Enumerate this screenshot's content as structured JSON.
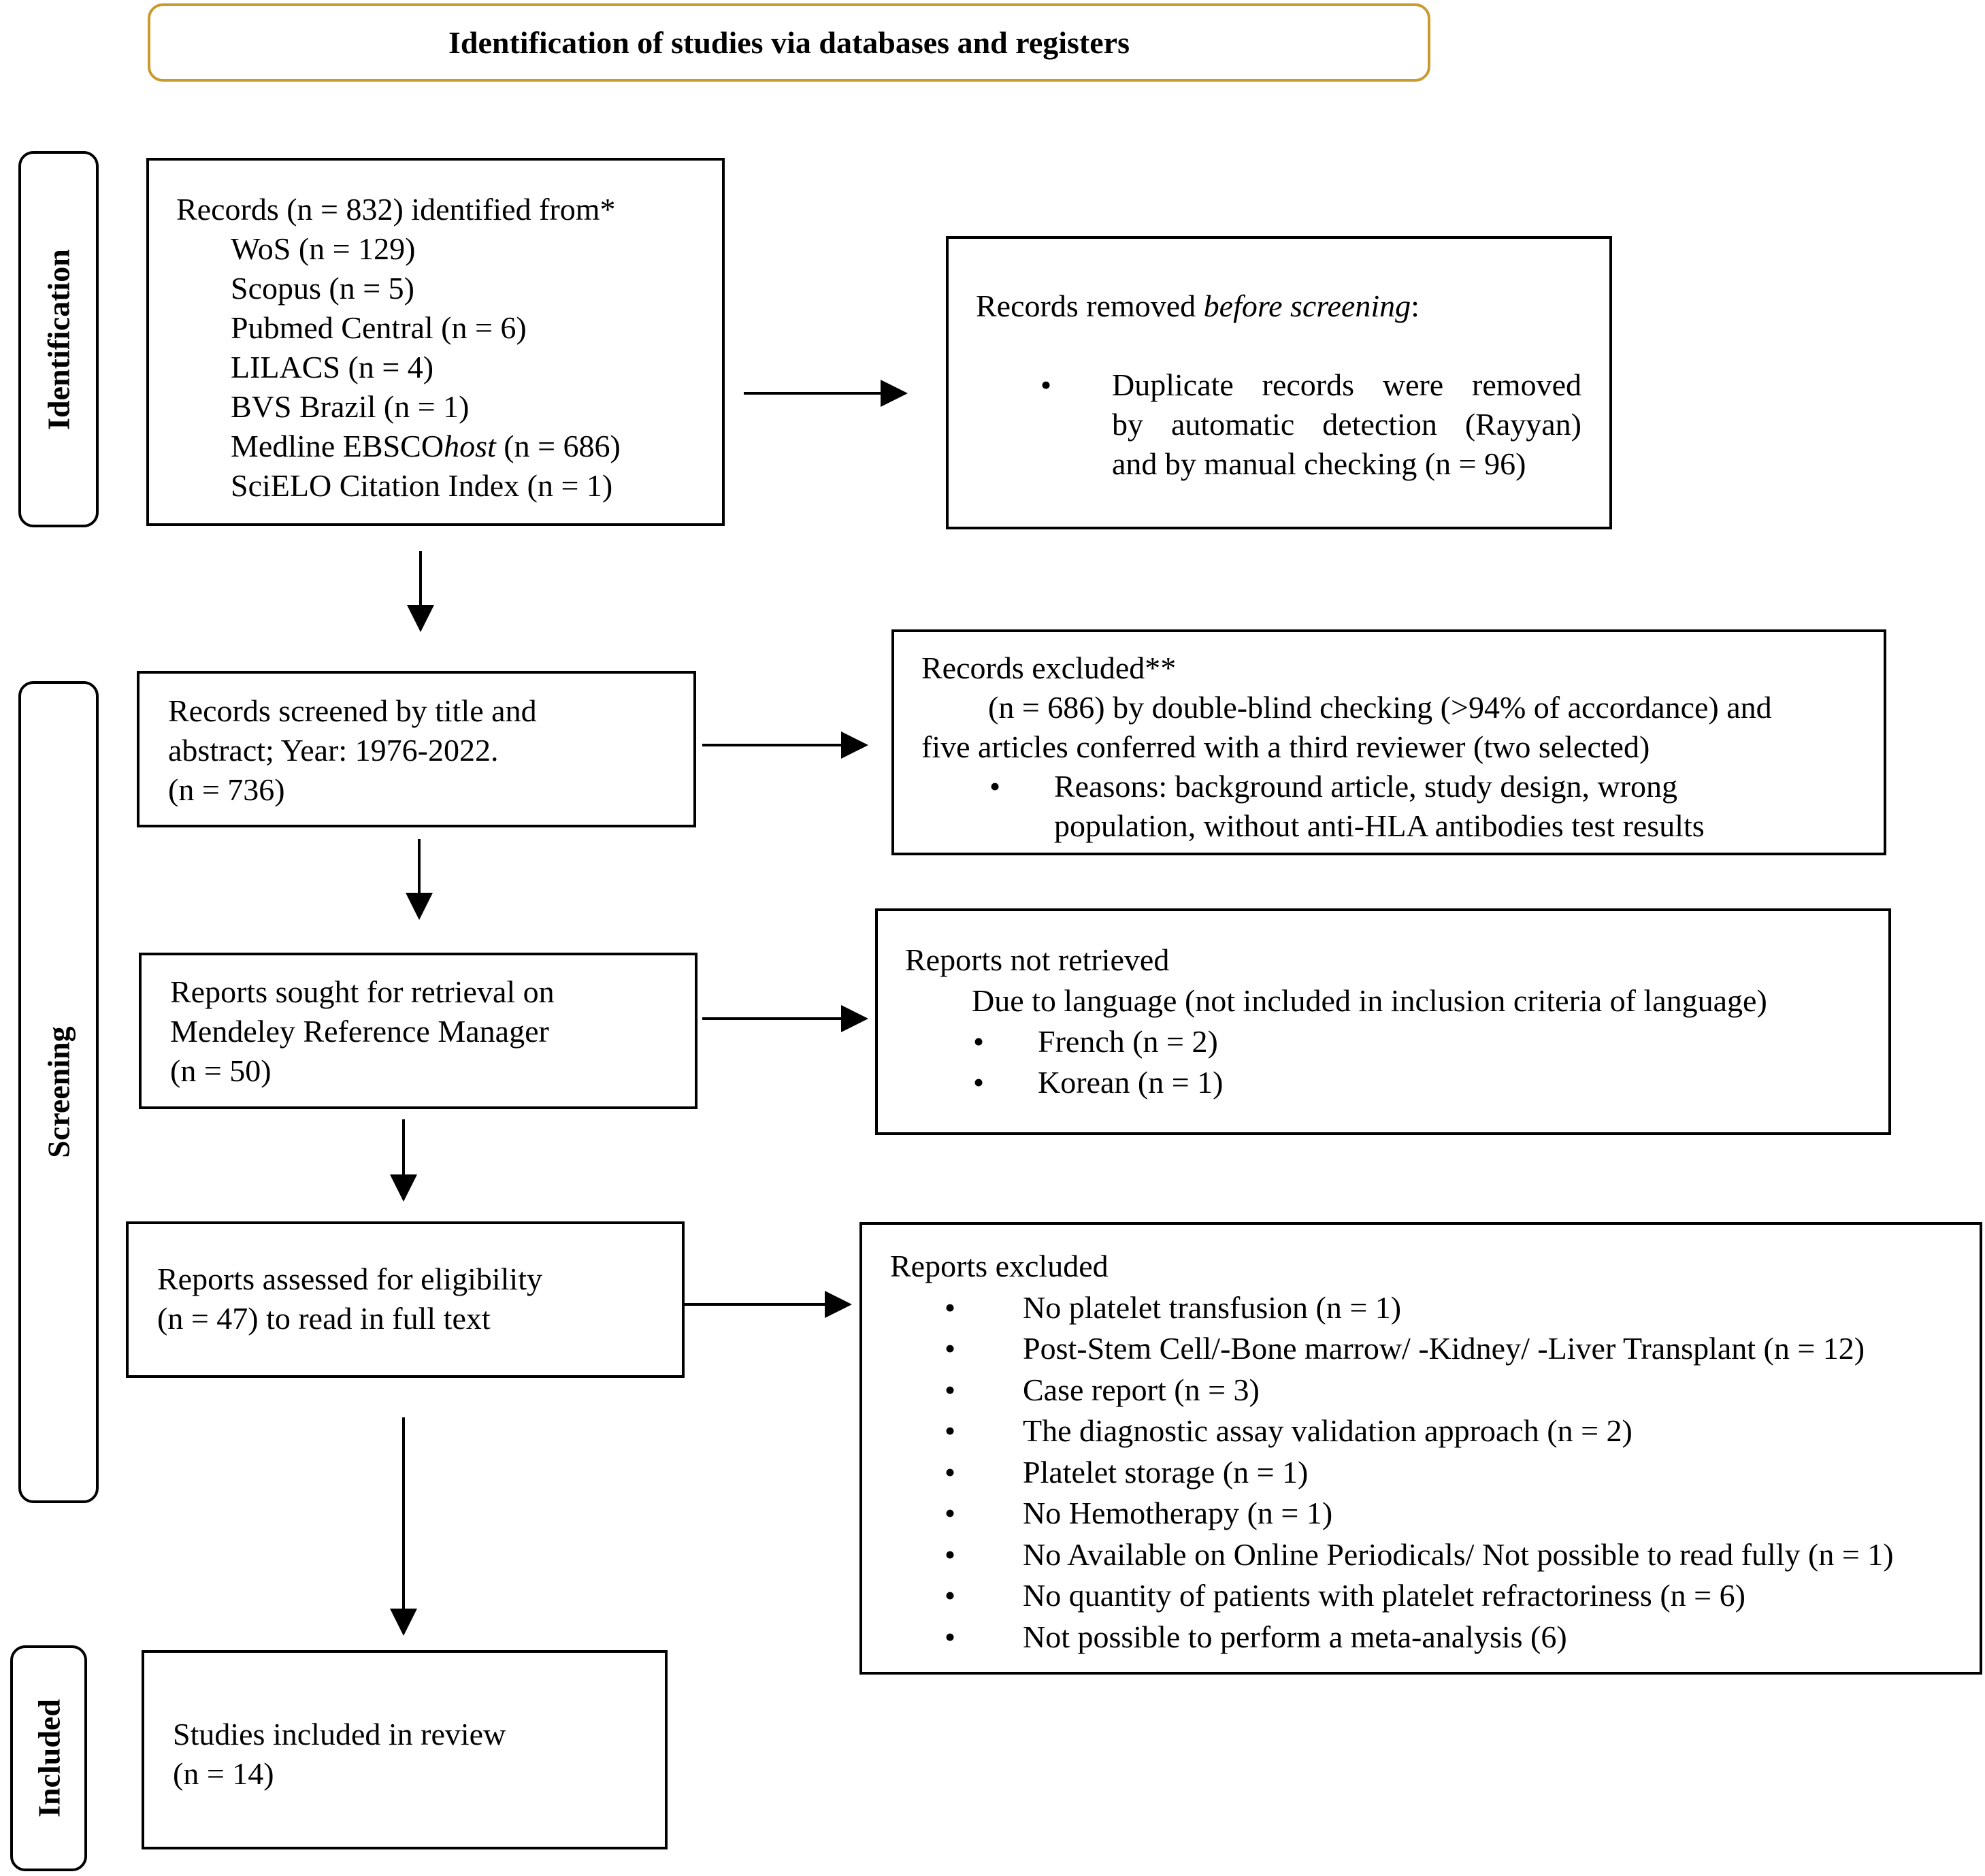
{
  "header": {
    "title": "Identification of studies via databases and registers"
  },
  "stages": {
    "identification": "Identification",
    "screening": "Screening",
    "included": "Included"
  },
  "records_identified": {
    "title": "Records (n = 832) identified from*",
    "sources": [
      "WoS (n = 129)",
      "Scopus (n = 5)",
      "Pubmed Central (n = 6)",
      "LILACS (n = 4)",
      "BVS Brazil (n = 1)"
    ],
    "medline_prefix": "Medline EBSCO",
    "medline_italic": "host",
    "medline_suffix": " (n = 686)",
    "scielo": "SciELO Citation Index (n = 1)"
  },
  "records_removed": {
    "title_prefix": "Records removed ",
    "title_italic": "before screening",
    "title_suffix": ":",
    "bullet_lines": [
      "Duplicate records were removed",
      "by automatic detection (Rayyan)",
      "and by manual checking (n = 96)"
    ]
  },
  "records_screened": {
    "lines": [
      "Records screened by title and",
      "abstract; Year: 1976-2022.",
      "(n = 736)"
    ]
  },
  "records_excluded": {
    "title": "Records excluded**",
    "lines": [
      "(n = 686) by double-blind checking (>94% of accordance) and",
      "five articles conferred with a third reviewer (two selected)"
    ],
    "bullet_lines": [
      "Reasons: background article, study design, wrong",
      "population, without anti-HLA antibodies test results"
    ]
  },
  "reports_sought": {
    "lines": [
      "Reports sought for retrieval on",
      "Mendeley Reference Manager",
      "(n = 50)"
    ]
  },
  "reports_not_retrieved": {
    "title": "Reports not retrieved",
    "subtitle": "Due to language (not included in inclusion criteria of language)",
    "items": [
      "French (n = 2)",
      "Korean (n = 1)"
    ]
  },
  "reports_assessed": {
    "lines": [
      "Reports assessed for eligibility",
      "(n = 47) to read in full text"
    ]
  },
  "reports_excluded": {
    "title": "Reports excluded",
    "items": [
      "No platelet transfusion (n = 1)",
      "Post-Stem Cell/-Bone marrow/ -Kidney/ -Liver Transplant (n = 12)",
      "Case report (n = 3)",
      "The diagnostic assay validation approach (n = 2)",
      "Platelet storage (n = 1)",
      "No Hemotherapy (n = 1)",
      "No Available on Online Periodicals/ Not possible to read fully (n = 1)",
      "No quantity of patients with platelet refractoriness (n = 6)",
      "Not possible to perform a meta-analysis (6)"
    ]
  },
  "studies_included": {
    "lines": [
      "Studies included in review",
      "(n = 14)"
    ]
  }
}
